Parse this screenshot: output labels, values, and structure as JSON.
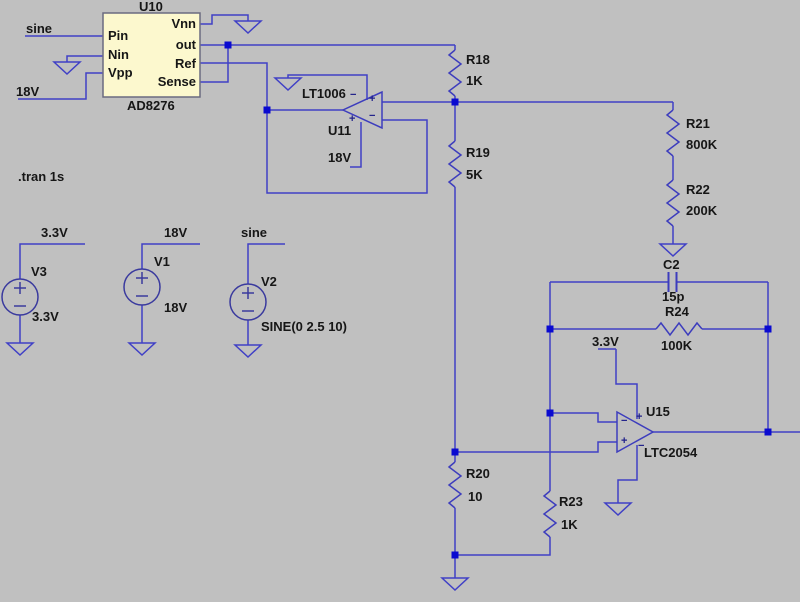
{
  "canvas": {
    "background": "#c0c0c0",
    "wire_color": "#4040c6",
    "junction_color": "#0a0ad0",
    "body_fill": "#fcf8ce"
  },
  "directive": ".tran 1s",
  "symbols": {
    "plus": "+",
    "minus": "−"
  },
  "u10": {
    "name": "U10",
    "part": "AD8276",
    "pin_in": "Pin",
    "pin_nin": "Nin",
    "pin_vpp": "Vpp",
    "pin_vnn": "Vnn",
    "pin_out": "out",
    "pin_ref": "Ref",
    "pin_sense": "Sense"
  },
  "u11": {
    "name": "U11",
    "part": "LT1006",
    "supply_label": "18V"
  },
  "u15": {
    "name": "U15",
    "part": "LTC2054",
    "supply_label": "3.3V"
  },
  "r18": {
    "name": "R18",
    "value": "1K"
  },
  "r19": {
    "name": "R19",
    "value": "5K"
  },
  "r20": {
    "name": "R20",
    "value": "10"
  },
  "r21": {
    "name": "R21",
    "value": "800K"
  },
  "r22": {
    "name": "R22",
    "value": "200K"
  },
  "r23": {
    "name": "R23",
    "value": "1K"
  },
  "r24": {
    "name": "R24",
    "value": "100K"
  },
  "c2": {
    "name": "C2",
    "value": "15p"
  },
  "v1": {
    "name": "V1",
    "value": "18V",
    "net_label": "18V"
  },
  "v2": {
    "name": "V2",
    "value": "SINE(0 2.5 10)",
    "net_label": "sine"
  },
  "v3": {
    "name": "V3",
    "value": "3.3V",
    "net_label": "3.3V"
  },
  "nets": {
    "sine": "sine",
    "v18": "18V"
  }
}
